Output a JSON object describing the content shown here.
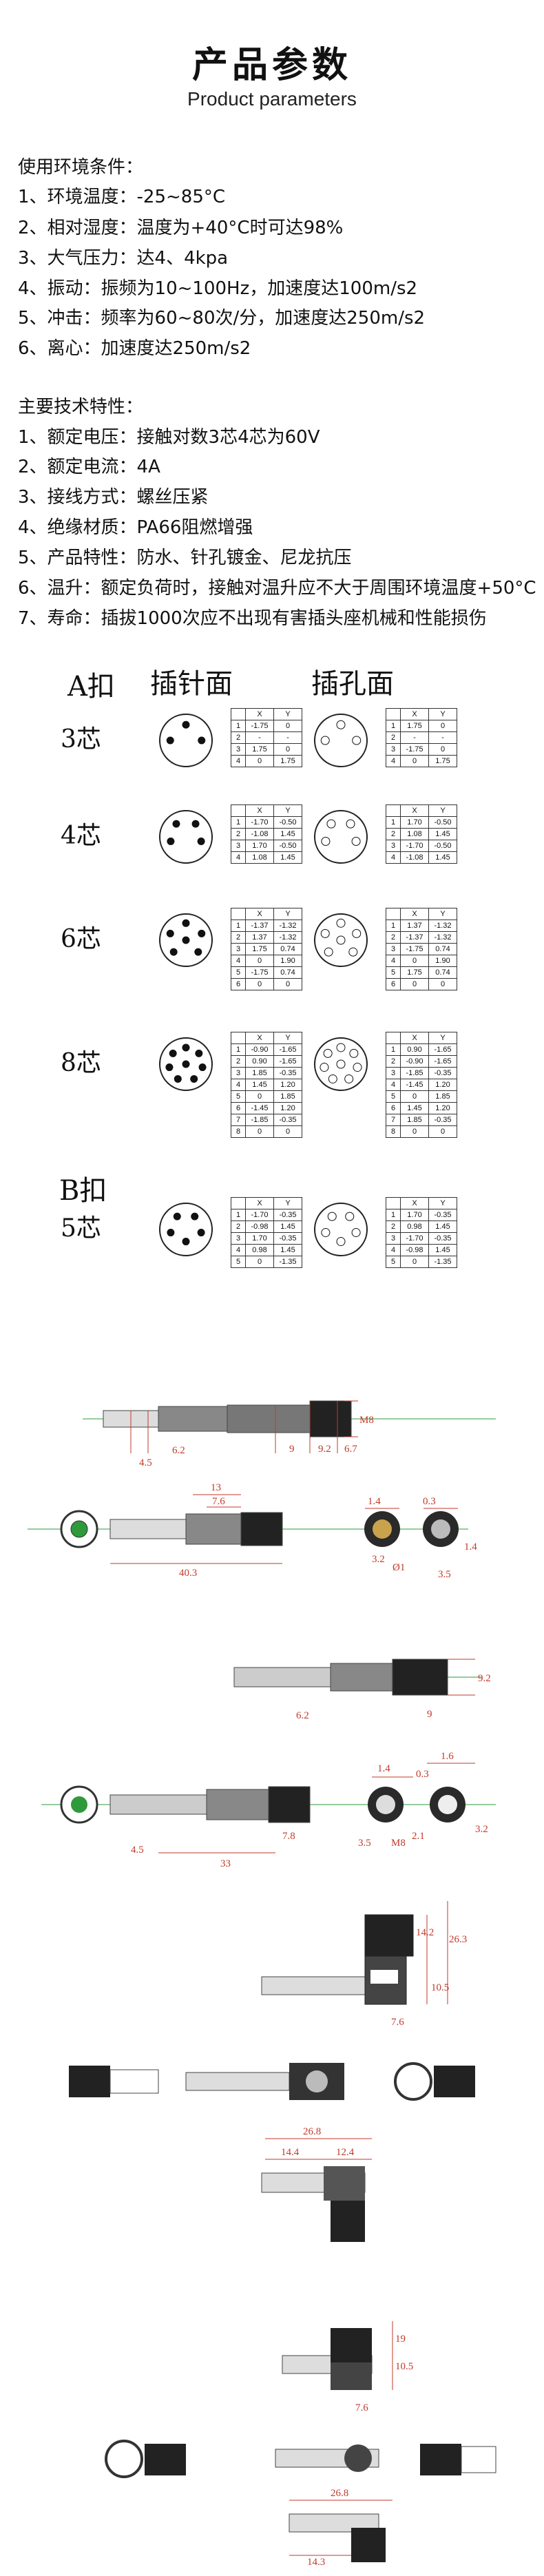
{
  "header": {
    "title": "产品参数",
    "subtitle": "Product parameters"
  },
  "environment": {
    "heading": "使用环境条件：",
    "items": [
      "1、环境温度：-25~85°C",
      "2、相对湿度：温度为+40°C时可达98%",
      "3、大气压力：达4、4kpa",
      "4、振动：振频为10~100Hz，加速度达100m/s2",
      "5、冲击：频率为60~80次/分，加速度达250m/s2",
      "6、离心：加速度达250m/s2"
    ]
  },
  "tech": {
    "heading": "主要技术特性：",
    "items": [
      "1、额定电压：接触对数3芯4芯为60V",
      "2、额定电流：4A",
      "3、接线方式：螺丝压紧",
      "4、绝缘材质：PA66阻燃增强",
      "5、产品特性：防水、针孔镀金、尼龙抗压",
      "6、温升：额定负荷时，接触对温升应不大于周围环境温度+50°C",
      "7、寿命：插拔1000次应不出现有害插头座机械和性能损伤"
    ]
  },
  "pinout": {
    "a_label": "A扣",
    "b_label": "B扣",
    "pin_face": "插针面",
    "hole_face": "插孔面",
    "col_x": "X",
    "col_y": "Y",
    "rows": [
      {
        "label": "3芯",
        "pin": [
          [
            "1",
            "-1.75",
            "0"
          ],
          [
            "2",
            "-",
            "-"
          ],
          [
            "3",
            "1.75",
            "0"
          ],
          [
            "4",
            "0",
            "1.75"
          ]
        ],
        "hole": [
          [
            "1",
            "1.75",
            "0"
          ],
          [
            "2",
            "-",
            "-"
          ],
          [
            "3",
            "-1.75",
            "0"
          ],
          [
            "4",
            "0",
            "1.75"
          ]
        ]
      },
      {
        "label": "4芯",
        "pin": [
          [
            "1",
            "-1.70",
            "-0.50"
          ],
          [
            "2",
            "-1.08",
            "1.45"
          ],
          [
            "3",
            "1.70",
            "-0.50"
          ],
          [
            "4",
            "1.08",
            "1.45"
          ]
        ],
        "hole": [
          [
            "1",
            "1.70",
            "-0.50"
          ],
          [
            "2",
            "1.08",
            "1.45"
          ],
          [
            "3",
            "-1.70",
            "-0.50"
          ],
          [
            "4",
            "-1.08",
            "1.45"
          ]
        ]
      },
      {
        "label": "6芯",
        "pin": [
          [
            "1",
            "-1.37",
            "-1.32"
          ],
          [
            "2",
            "1.37",
            "-1.32"
          ],
          [
            "3",
            "1.75",
            "0.74"
          ],
          [
            "4",
            "0",
            "1.90"
          ],
          [
            "5",
            "-1.75",
            "0.74"
          ],
          [
            "6",
            "0",
            "0"
          ]
        ],
        "hole": [
          [
            "1",
            "1.37",
            "-1.32"
          ],
          [
            "2",
            "-1.37",
            "-1.32"
          ],
          [
            "3",
            "-1.75",
            "0.74"
          ],
          [
            "4",
            "0",
            "1.90"
          ],
          [
            "5",
            "1.75",
            "0.74"
          ],
          [
            "6",
            "0",
            "0"
          ]
        ]
      },
      {
        "label": "8芯",
        "pin": [
          [
            "1",
            "-0.90",
            "-1.65"
          ],
          [
            "2",
            "0.90",
            "-1.65"
          ],
          [
            "3",
            "1.85",
            "-0.35"
          ],
          [
            "4",
            "1.45",
            "1.20"
          ],
          [
            "5",
            "0",
            "1.85"
          ],
          [
            "6",
            "-1.45",
            "1.20"
          ],
          [
            "7",
            "-1.85",
            "-0.35"
          ],
          [
            "8",
            "0",
            "0"
          ]
        ],
        "hole": [
          [
            "1",
            "0.90",
            "-1.65"
          ],
          [
            "2",
            "-0.90",
            "-1.65"
          ],
          [
            "3",
            "-1.85",
            "-0.35"
          ],
          [
            "4",
            "-1.45",
            "1.20"
          ],
          [
            "5",
            "0",
            "1.85"
          ],
          [
            "6",
            "1.45",
            "1.20"
          ],
          [
            "7",
            "1.85",
            "-0.35"
          ],
          [
            "8",
            "0",
            "0"
          ]
        ]
      },
      {
        "label": "5芯",
        "pin": [
          [
            "1",
            "-1.70",
            "-0.35"
          ],
          [
            "2",
            "-0.98",
            "1.45"
          ],
          [
            "3",
            "1.70",
            "-0.35"
          ],
          [
            "4",
            "0.98",
            "1.45"
          ],
          [
            "5",
            "0",
            "-1.35"
          ]
        ],
        "hole": [
          [
            "1",
            "1.70",
            "-0.35"
          ],
          [
            "2",
            "0.98",
            "1.45"
          ],
          [
            "3",
            "-1.70",
            "-0.35"
          ],
          [
            "4",
            "-0.98",
            "1.45"
          ],
          [
            "5",
            "0",
            "-1.35"
          ]
        ]
      }
    ]
  },
  "dims": {
    "d1": [
      "M8",
      "6.2",
      "9",
      "9.2",
      "6.7",
      "4.5"
    ],
    "d2": [
      "13",
      "7.6",
      "0.3",
      "40.3",
      "3.2",
      "1.4",
      "3.5",
      "Ø1"
    ],
    "d3": [
      "9.2",
      "6.2",
      "9"
    ],
    "d4": [
      "1.4",
      "1.6",
      "0.3",
      "4.5",
      "7.8",
      "33",
      "3.5",
      "M8",
      "2.1",
      "3.2"
    ],
    "d5": [
      "14.2",
      "26.3",
      "10.5",
      "7.6"
    ],
    "d6": [
      "26.8",
      "14.4",
      "12.4"
    ],
    "d7": [
      "19",
      "10.5",
      "7.6"
    ],
    "d8": [
      "26.8",
      "14.3"
    ]
  },
  "colors": {
    "dim_red": "#c0392b",
    "line": "#444444",
    "accent_green": "#2e9a3a"
  }
}
